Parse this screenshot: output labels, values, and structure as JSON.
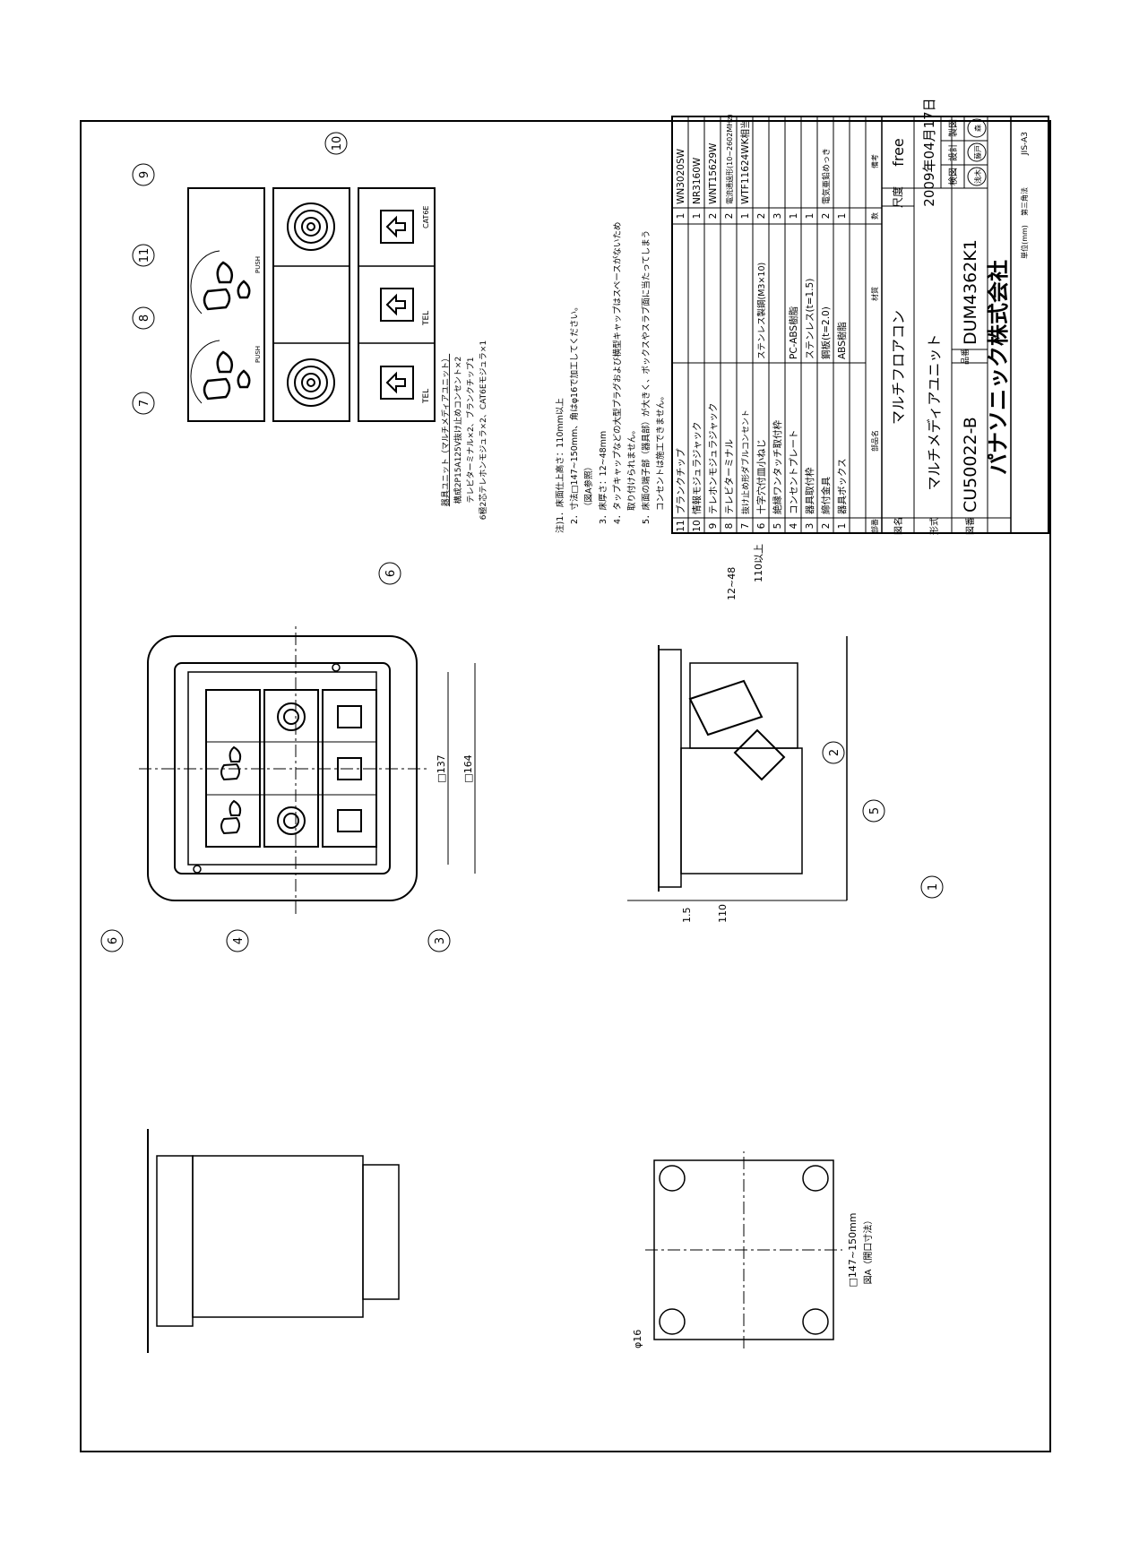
{
  "company": "パナソニック株式会社",
  "projection_note": "第三角法",
  "unit_note": "単位(mm)",
  "paper_size": "JIS-A3",
  "title_block": {
    "drawing_name_label": "図名",
    "drawing_name": "マルチフロアコン",
    "model_label": "形式",
    "model": "マルチメディアユニット",
    "product_number_label": "品番",
    "product_number": "CU50022-B",
    "drawing_number_label": "図番",
    "drawing_number": "DUM4362K1",
    "scale_label": "尺度",
    "scale": "free",
    "date": "2009年04月17日",
    "check_label": "検図",
    "design_label": "設計",
    "draft_label": "製図",
    "stamps": [
      "浅木",
      "藤戸",
      "森"
    ]
  },
  "parts_table": {
    "headers": [
      "部番",
      "部品名",
      "材質",
      "数",
      "備考"
    ],
    "rows": [
      {
        "no": "11",
        "name": "ブランクチップ",
        "material": "",
        "qty": "1",
        "note": "WN3020SW"
      },
      {
        "no": "10",
        "name": "情報モジュラジャック",
        "material": "",
        "qty": "1",
        "note": "NR3160W"
      },
      {
        "no": "9",
        "name": "テレホンモジュラジャック",
        "material": "",
        "qty": "2",
        "note": "WNT15629W"
      },
      {
        "no": "8",
        "name": "テレビターミナル",
        "material": "",
        "qty": "2",
        "note": "電流通過形(10~2602MHz)"
      },
      {
        "no": "7",
        "name": "抜け止め形ダブルコンセント",
        "material": "",
        "qty": "1",
        "note": "WTF11624WK相当"
      },
      {
        "no": "6",
        "name": "十字穴付皿小ねじ",
        "material": "ステンレス製鋼(M3×10)",
        "qty": "2",
        "note": ""
      },
      {
        "no": "5",
        "name": "絶縁ワンタッチ取付枠",
        "material": "",
        "qty": "3",
        "note": ""
      },
      {
        "no": "4",
        "name": "コンセントプレート",
        "material": "PC-ABS樹脂",
        "qty": "1",
        "note": ""
      },
      {
        "no": "3",
        "name": "器具取付枠",
        "material": "ステンレス(t=1.5)",
        "qty": "1",
        "note": ""
      },
      {
        "no": "2",
        "name": "締付金具",
        "material": "鋼板(t=2.0)",
        "qty": "2",
        "note": "電気亜鉛めっき"
      },
      {
        "no": "1",
        "name": "器具ボックス",
        "material": "ABS樹脂",
        "qty": "1",
        "note": ""
      }
    ]
  },
  "notes": [
    "注)1．床面仕上高さ：110mm以上",
    "2．寸法□147~150mm、角はφ16で加工してください。",
    "（図A参照）",
    "3．床厚さ：12~48mm",
    "4．タップキャップなどの大型プラグおよび横型キャップはスペースがないため",
    "取り付けられません。",
    "5．床面の端子部（器具部）が大きく、ボックスやスラブ面に当たってしまう",
    "コンセントは施工できません。"
  ],
  "device_caption": [
    "器具ユニット（マルチメディアユニット）",
    "構成2P15A125V抜け止めコンセント×2",
    "テレビターミナル×2、ブランクチップ1",
    "6極2芯テレホンモジュラ×2、CAT6Eモジュラ×1"
  ],
  "module_labels": {
    "tel": "TEL",
    "cat": "CAT6E",
    "push": "PUSH"
  },
  "callouts": [
    "1",
    "2",
    "3",
    "4",
    "5",
    "6",
    "6",
    "7",
    "8",
    "9",
    "10",
    "11"
  ],
  "dimensions": {
    "plate_inner": "□137",
    "plate_outer": "□164",
    "height": "110",
    "flange": "1.5",
    "floor_height": "110以上",
    "floor_thickness": "12~48",
    "opening": "□147~150mm",
    "corner": "φ16"
  },
  "figure_a_caption": "図A（開口寸法）"
}
